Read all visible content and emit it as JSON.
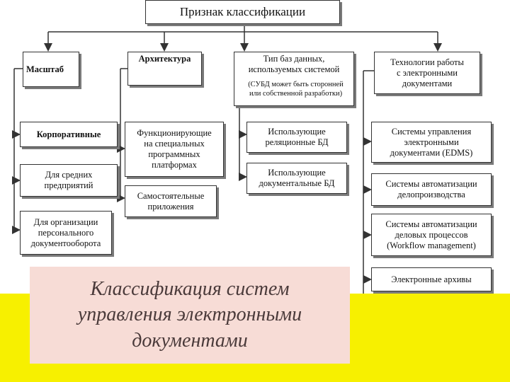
{
  "title": "Признак классификации",
  "columns": [
    {
      "header": "Масштаб",
      "items": [
        "Корпоративные",
        "Для средних\nпредприятий",
        "Для организации\nперсонального\nдокументооборота"
      ]
    },
    {
      "header": "Архитектура",
      "items": [
        "Функционирующие\nна специальных\nпрограммных\nплатформах",
        "Самостоятельные\nприложения"
      ]
    },
    {
      "header": "Тип баз данных,\nиспользуемых системой",
      "header_note": "(СУБД может быть сторонней\nили собственной разработки)",
      "items": [
        "Использующие\nреляционные БД",
        "Использующие\nдокументальные БД"
      ]
    },
    {
      "header": "Технологии работы\nс электронными\nдокументами",
      "items": [
        "Системы управления\nэлектронными\nдокументами (EDMS)",
        "Системы автоматизации\nделопроизводства",
        "Системы автоматизации\nделовых процессов\n(Workflow management)",
        "Электронные архивы"
      ]
    }
  ],
  "caption": "Классификация систем\nуправления электронными\nдокументами",
  "colors": {
    "band": "#f7f000",
    "caption_bg": "#f7dcd6",
    "caption_text": "#4a3a3a",
    "line": "#333333"
  }
}
